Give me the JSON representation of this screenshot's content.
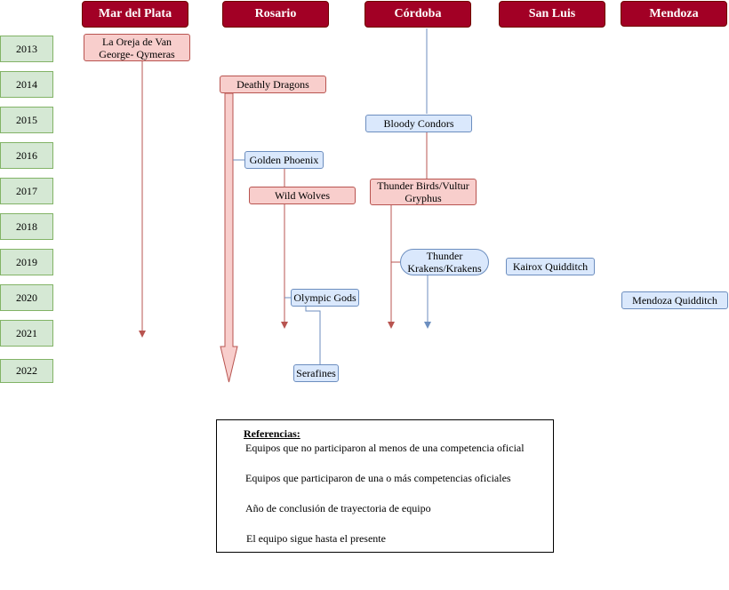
{
  "cities": [
    "Mar del Plata",
    "Rosario",
    "Córdoba",
    "San Luis",
    "Mendoza"
  ],
  "years": [
    "2013",
    "2014",
    "2015",
    "2016",
    "2017",
    "2018",
    "2019",
    "2020",
    "2021",
    "2022"
  ],
  "teams": {
    "oreja": "La Oreja de Van George- Qymeras",
    "deathly": "Deathly Dragons",
    "bloody": "Bloody Condors",
    "golden": "Golden Phoenix",
    "wolves": "Wild Wolves",
    "thunderbirds": "Thunder Birds/Vultur Gryphus",
    "thunderkrakens": "Thunder Krakens/Krakens",
    "kairox": "Kairox Quidditch",
    "olympic": "Olympic Gods",
    "mendoza": "Mendoza Quidditch",
    "serafines": "Serafines"
  },
  "legend": {
    "title": "Referencias:",
    "blue_line": "Equipos que no participaron al menos de una competencia oficial",
    "red_line": "Equipos que participaron de una o más competencias oficiales",
    "arrow": "Año de conclusión de trayectoria de equipo",
    "big_arrow": "El equipo sigue hasta el presente"
  },
  "colors": {
    "city_header": "#a20025",
    "red_team_fill": "#f8cecc",
    "red_team_line": "#b85450",
    "blue_team_fill": "#dae8fc",
    "blue_team_line": "#6c8ebf",
    "year_fill": "#d5e8d4"
  }
}
